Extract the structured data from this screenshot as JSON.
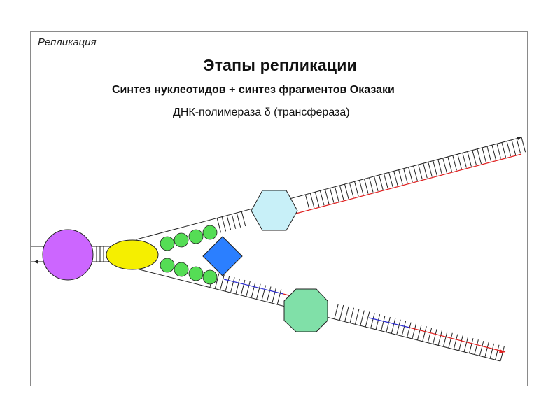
{
  "header": {
    "section": "Репликация",
    "title": "Этапы репликации",
    "subtitle": "Синтез нуклеотидов + синтез фрагментов Оказаки",
    "enzyme": "ДНК-полимераза δ (трансфераза)"
  },
  "colors": {
    "strand": "#222222",
    "new_strand_red": "#e02020",
    "primer_blue": "#2b2bd0",
    "helicase": "#cc66ff",
    "clamp": "#f5ef00",
    "ssb_protein": "#55dd55",
    "primase": "#2b7fff",
    "polymerase_hexagon": "#c8f0f8",
    "polymerase_octagon": "#80e0a8"
  }
}
